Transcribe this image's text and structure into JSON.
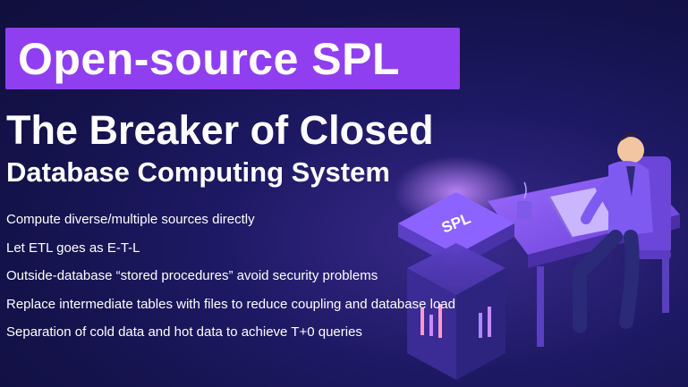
{
  "badge": {
    "label": "Open-source SPL"
  },
  "title": {
    "line1": "The Breaker of Closed",
    "line2": "Database Computing System"
  },
  "features": [
    "Compute diverse/multiple sources directly",
    "Let ETL goes as E-T-L",
    "Outside-database “stored procedures” avoid security problems",
    "Replace intermediate tables with files to reduce coupling and database load",
    "Separation of cold data and hot data to achieve T+0 queries"
  ],
  "illustration": {
    "server_label": "SPL"
  },
  "colors": {
    "background": "#14124a",
    "badge": "#8f3ff0",
    "accent_purple": "#a45cff",
    "text": "#ffffff"
  }
}
